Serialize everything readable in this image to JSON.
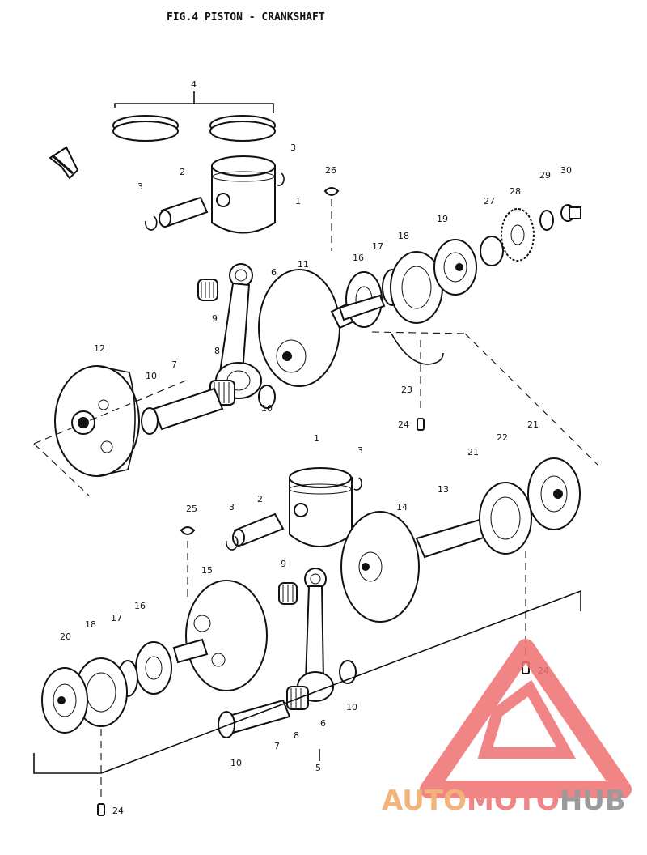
{
  "figure": {
    "title": "FIG.4  PISTON - CRANKSHAFT"
  },
  "callouts": {
    "upper": [
      "4",
      "3",
      "2",
      "3",
      "1",
      "26",
      "6",
      "11",
      "9",
      "16",
      "17",
      "18",
      "19",
      "27",
      "28",
      "29",
      "30",
      "12",
      "8",
      "10",
      "7",
      "10",
      "23",
      "24"
    ],
    "lower": [
      "1",
      "3",
      "2",
      "3",
      "25",
      "21",
      "22",
      "21",
      "13",
      "14",
      "9",
      "15",
      "16",
      "17",
      "18",
      "20",
      "6",
      "10",
      "8",
      "7",
      "10",
      "5",
      "24",
      "24"
    ]
  },
  "watermark": {
    "part1": "AUTO",
    "part2": "MOTO",
    "part3": "HUB",
    "colors": {
      "orange": "#f2a866",
      "red": "#ef6f6f",
      "gray": "#8a8a8a"
    }
  }
}
